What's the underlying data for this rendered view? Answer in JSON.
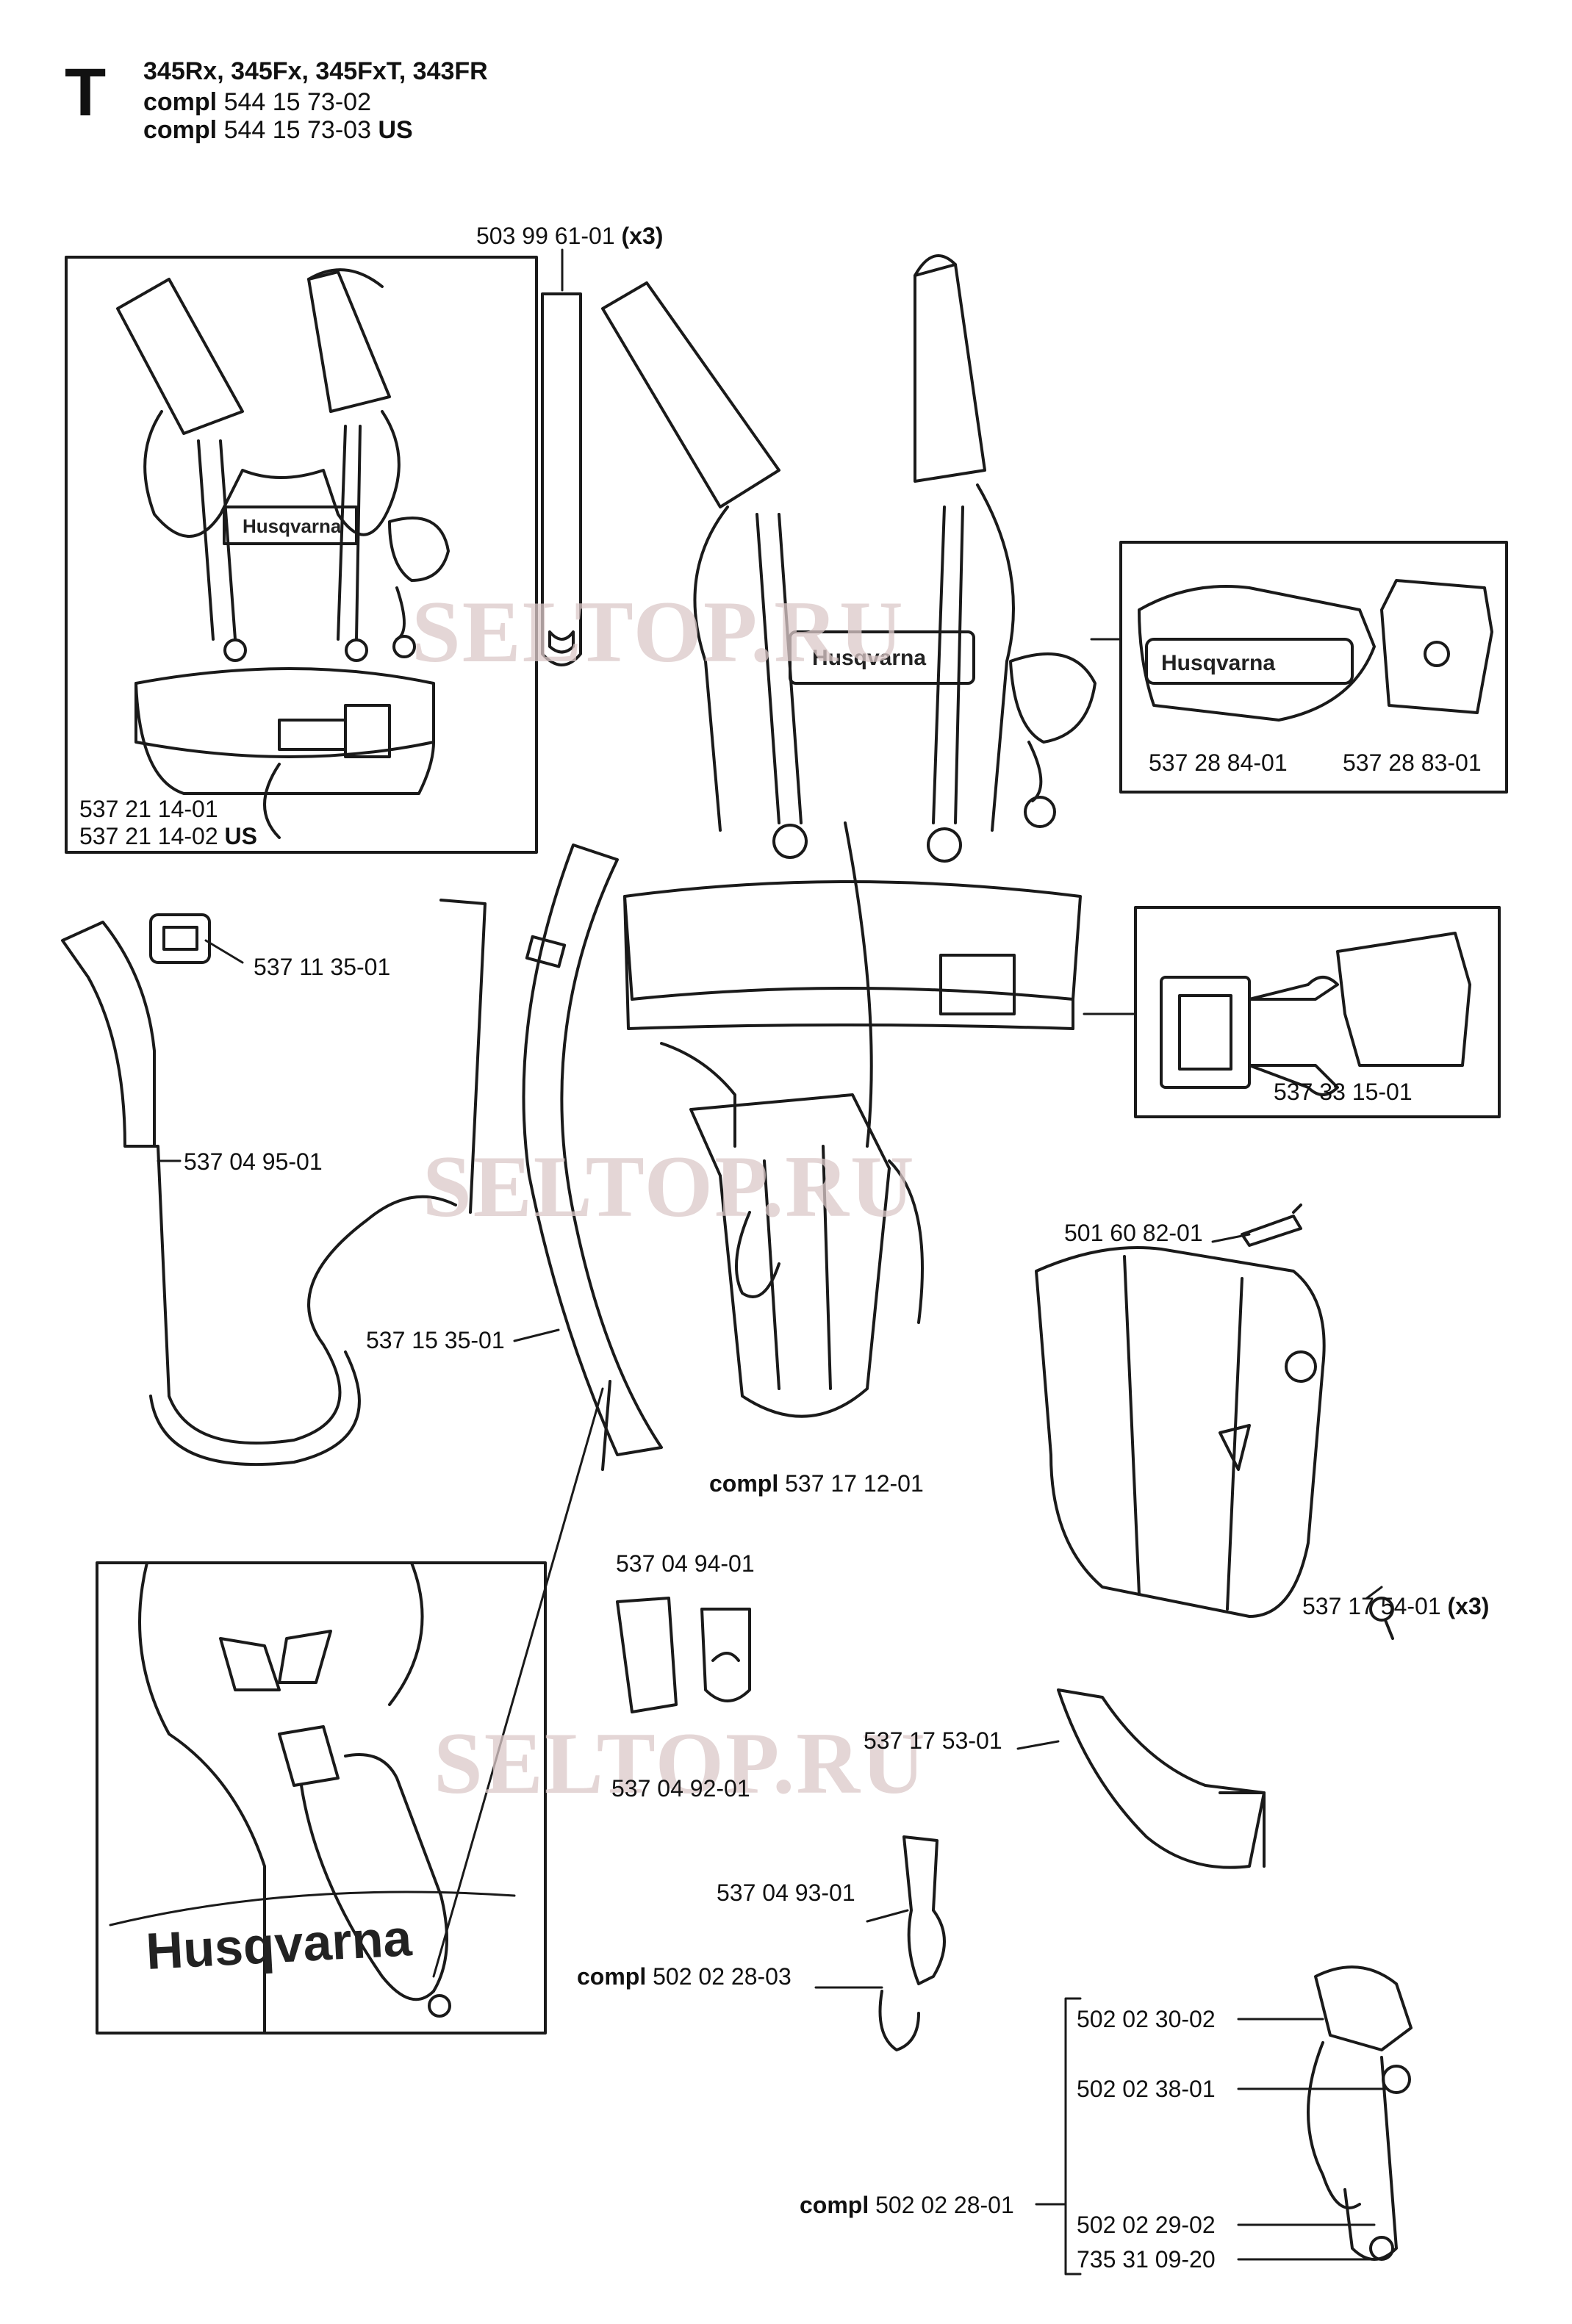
{
  "header": {
    "section_letter": "T",
    "models": "345Rx, 345Fx, 345FxT, 343FR",
    "compl_word": "compl",
    "line2_code": "544 15 73-02",
    "line3_code": "544 15 73-03",
    "us_mark": "US"
  },
  "watermark": "SELTOP.RU",
  "brand_text": "Husqvarna",
  "parts": {
    "p_503_99_61_01": "503 99 61-01",
    "x3": "(x3)",
    "p_537_21_14_01": "537 21 14-01",
    "p_537_21_14_02": "537 21 14-02",
    "p_537_28_84_01": "537 28 84-01",
    "p_537_28_83_01": "537 28 83-01",
    "p_537_11_35_01": "537 11 35-01",
    "p_537_33_15_01": "537 33 15-01",
    "p_537_04_95_01": "537 04 95-01",
    "p_501_60_82_01": "501 60 82-01",
    "p_537_15_35_01": "537 15 35-01",
    "p_537_17_12_01": "537 17 12-01",
    "p_537_04_94_01": "537 04 94-01",
    "p_537_17_54_01": "537 17 54-01",
    "p_537_17_53_01": "537 17 53-01",
    "p_537_04_92_01": "537 04 92-01",
    "p_537_04_93_01": "537 04 93-01",
    "p_502_02_28_03": "502 02 28-03",
    "p_502_02_30_02": "502 02 30-02",
    "p_502_02_38_01": "502 02 38-01",
    "p_502_02_28_01": "502 02 28-01",
    "p_502_02_29_02": "502 02 29-02",
    "p_735_31_09_20": "735 31 09-20"
  }
}
